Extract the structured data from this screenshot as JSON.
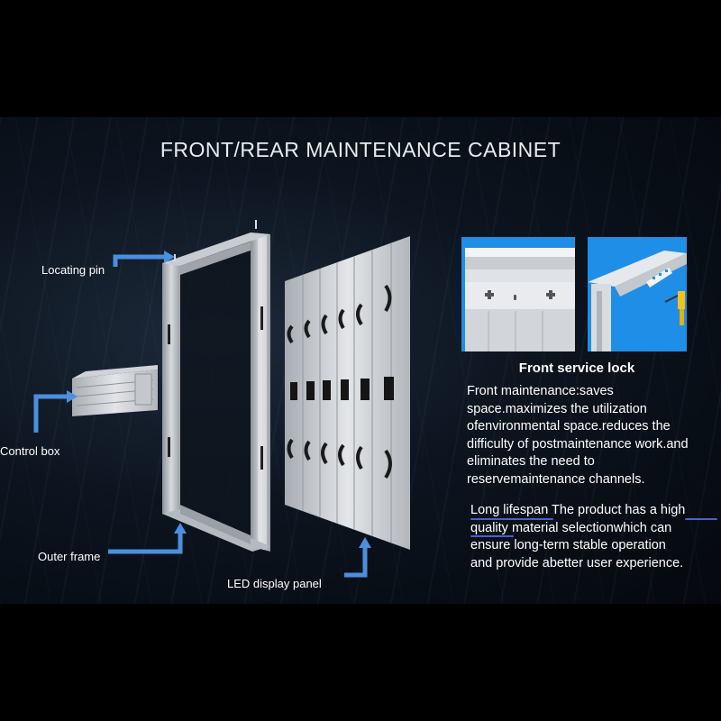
{
  "title": "FRONT/REAR MAINTENANCE CABINET",
  "labels": {
    "locating_pin": "Locating pin",
    "control_box": "Control box",
    "outer_frame": "Outer frame",
    "led_panel": "LED display panel"
  },
  "caption": "Front service lock",
  "paragraph1": {
    "lines": [
      "Front maintenance:saves",
      "space.maximizes the utilization",
      "ofenvironmental space.reduces the",
      "difficulty of postmaintenance work.and",
      "eliminates the need to",
      "reservemaintenance channels."
    ]
  },
  "paragraph2": {
    "lines": [
      "Long lifespan The product has a high",
      "quality material selectionwhich can",
      "ensure long-term stable operation",
      "and provide abetter user experience."
    ]
  },
  "colors": {
    "arrow": "#4a8fe0",
    "frame": "#b9bdc3",
    "background": "#0c141f",
    "photo_blue": "#1e8ee6"
  },
  "icons": [
    "arrow-icon",
    "screwdriver-icon"
  ]
}
